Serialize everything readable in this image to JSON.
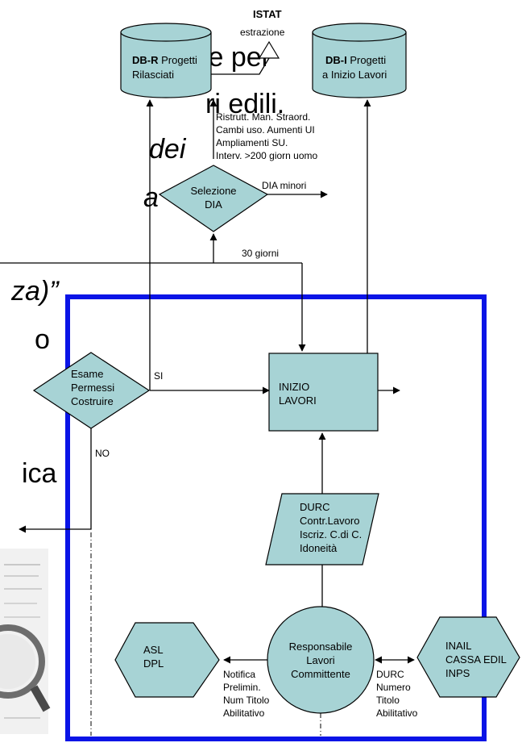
{
  "background_text": {
    "line1": "ale per",
    "line2": "ri edili.",
    "line3": "dei",
    "line4": "a",
    "line5": "za)”",
    "line6": "o",
    "line7": "ica"
  },
  "db_r": {
    "bold": "DB-R",
    "line1": " Progetti",
    "line2": "Rilasciati"
  },
  "db_i": {
    "bold": "DB-I",
    "line1": " Progetti",
    "line2": "a Inizio Lavori"
  },
  "istat": {
    "title": "ISTAT",
    "sub": "estrazione"
  },
  "criteria": {
    "line1": "Ristrutt. Man. Straord.",
    "line2": "Cambi uso. Aumenti UI",
    "line3": "Ampliamenti SU.",
    "line4": "Interv. >200 giorn uomo"
  },
  "selezione": {
    "line1": "Selezione",
    "line2": "DIA"
  },
  "dia_minori": "DIA minori",
  "trenta_giorni": "30 giorni",
  "esame": {
    "line1": "Esame",
    "line2": "Permessi",
    "line3": "Costruire"
  },
  "si": "SI",
  "no": "NO",
  "inizio": {
    "line1": "INIZIO",
    "line2": "LAVORI"
  },
  "durc_box": {
    "line1": "DURC",
    "line2": "Contr.Lavoro",
    "line3": "Iscriz. C.di C.",
    "line4": "Idoneità"
  },
  "asl": {
    "line1": "ASL",
    "line2": "DPL"
  },
  "responsabile": {
    "line1": "Responsabile",
    "line2": "Lavori",
    "line3": "Committente"
  },
  "inail": {
    "line1": "INAIL",
    "line2": "CASSA EDIL",
    "line3": "INPS"
  },
  "notifica": {
    "line1": "Notifica",
    "line2": "Prelimin.",
    "line3": "Num Titolo",
    "line4": "Abilitativo"
  },
  "durc_numero": {
    "line1": "DURC",
    "line2": "Numero",
    "line3": "Titolo",
    "line4": "Abilitativo"
  },
  "colors": {
    "frame": "#0a14e6",
    "shape_fill": "#a7d3d5"
  }
}
